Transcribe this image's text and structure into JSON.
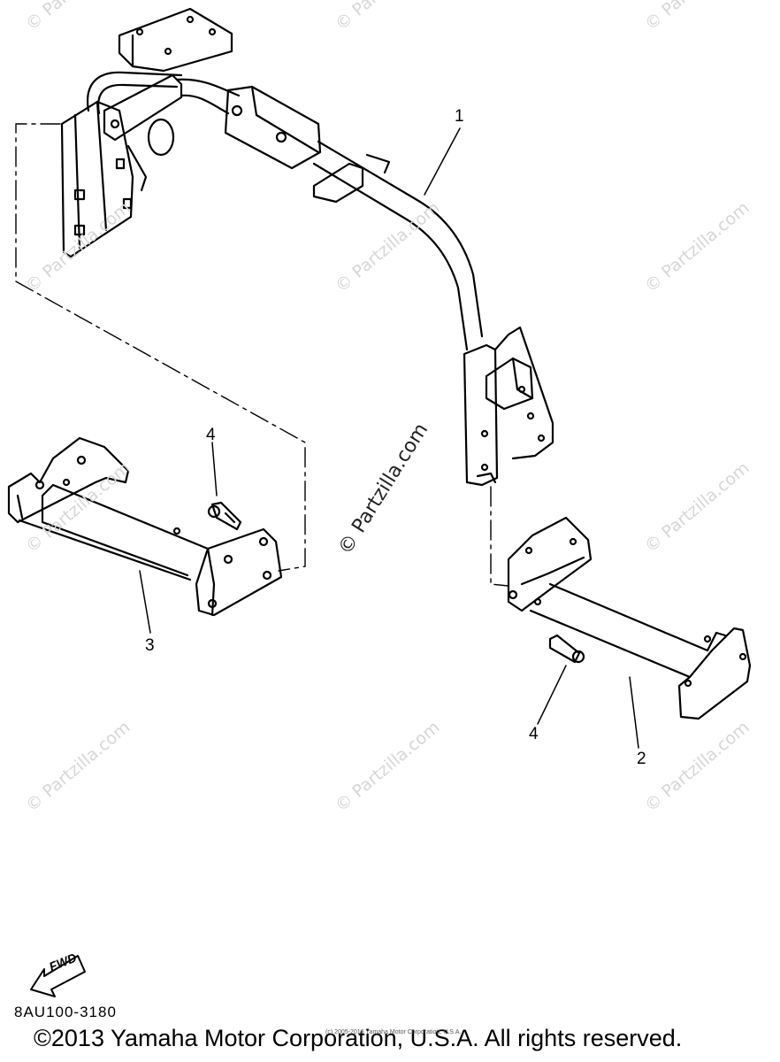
{
  "callouts": {
    "part_1": "1",
    "part_2": "2",
    "part_3": "3",
    "part_4_left": "4",
    "part_4_right": "4"
  },
  "watermark": {
    "text": "© Partzilla.com",
    "center_text": "© Partzilla.com"
  },
  "fwd_label": "FWD",
  "part_code": "8AU100-3180",
  "copyright": "©2013 Yamaha Motor Corporation, U.S.A. All rights reserved.",
  "small_copyright": "(c) 2005-2016 Yamaha Motor Corporation, U.S.A."
}
